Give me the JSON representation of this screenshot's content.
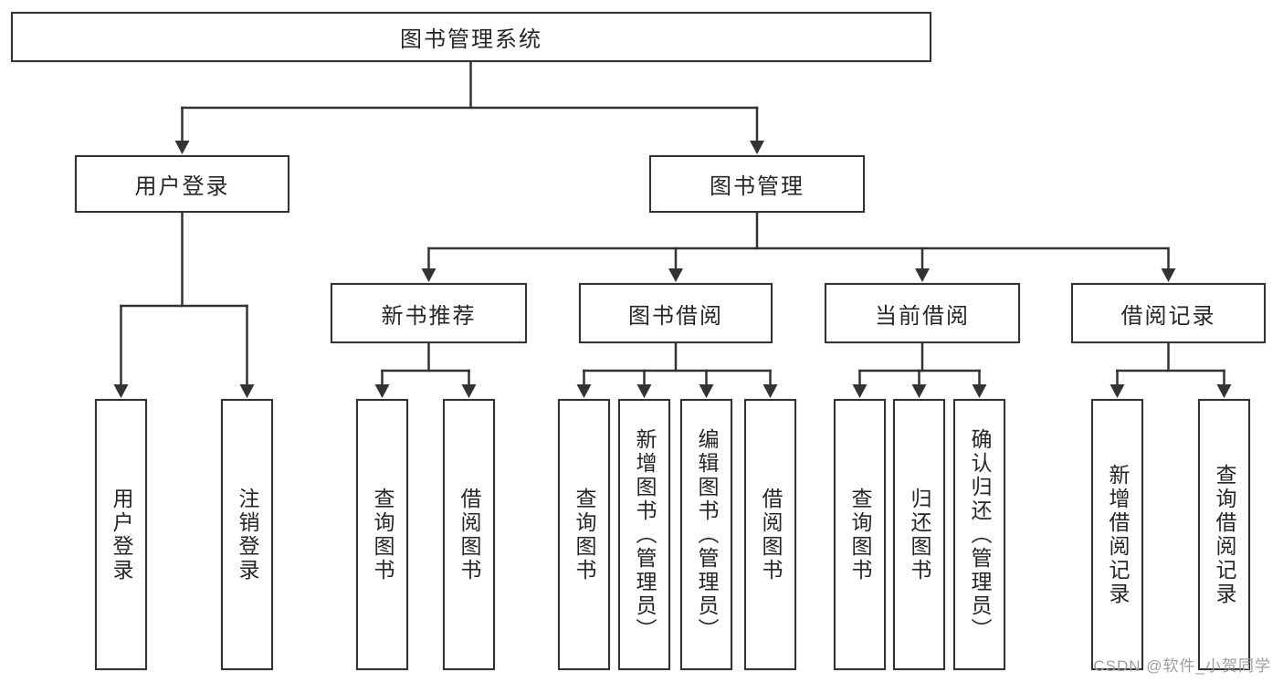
{
  "nodes": {
    "root": "图书管理系统",
    "level2": [
      "用户登录",
      "图书管理"
    ],
    "level3": [
      "新书推荐",
      "图书借阅",
      "当前借阅",
      "借阅记录"
    ],
    "leaves": {
      "userLogin": [
        "用户登录",
        "注销登录"
      ],
      "newBooks": [
        "查询图书",
        "借阅图书"
      ],
      "bookBorrow": [
        "查询图书",
        "新增图书（管理员）",
        "编辑图书（管理员）",
        "借阅图书"
      ],
      "currentBorrow": [
        "查询图书",
        "归还图书",
        "确认归还（管理员）"
      ],
      "borrowRecords": [
        "新增借阅记录",
        "查询借阅记录"
      ]
    }
  },
  "watermark": "CSDN @软件_小贺同学",
  "colors": {
    "line": "#333333",
    "box_border": "#333333",
    "box_bg": "#ffffff",
    "text": "#262626",
    "watermark": "#9e9e9e"
  }
}
